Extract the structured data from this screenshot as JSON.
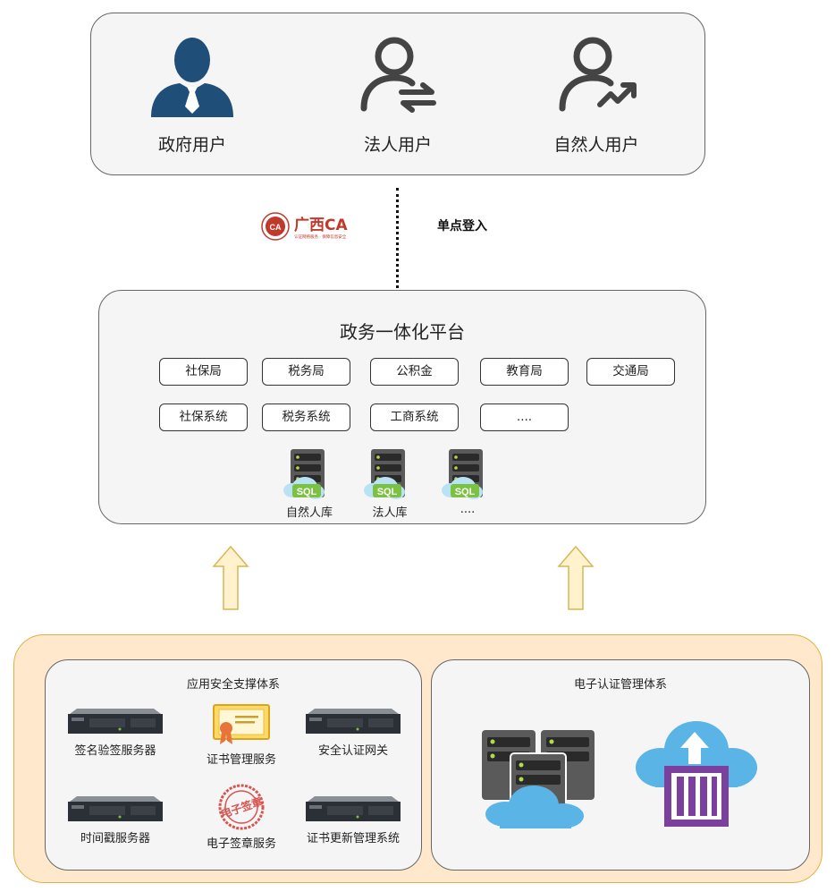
{
  "users": [
    {
      "label": "政府用户",
      "icon": "government-user-icon"
    },
    {
      "label": "法人用户",
      "icon": "legal-person-user-icon"
    },
    {
      "label": "自然人用户",
      "icon": "natural-person-user-icon"
    }
  ],
  "sso": {
    "label": "单点登入",
    "logo_text": "广西CA",
    "logo_badge": "CA",
    "logo_tagline": "认证网络服务 · 保障信息安全"
  },
  "platform": {
    "title": "政务一体化平台",
    "tags_row1": [
      "社保局",
      "税务局",
      "公积金",
      "教育局",
      "交通局"
    ],
    "tags_row2": [
      "社保系统",
      "税务系统",
      "工商系统",
      "...."
    ],
    "databases": [
      {
        "label": "自然人库",
        "badge": "SQL"
      },
      {
        "label": "法人库",
        "badge": "SQL"
      },
      {
        "label": "....",
        "badge": "SQL"
      }
    ]
  },
  "app_security": {
    "title": "应用安全支撑体系",
    "items": [
      {
        "label": "签名验签服务器",
        "icon": "rack-server-icon"
      },
      {
        "label": "证书管理服务",
        "icon": "certificate-icon"
      },
      {
        "label": "安全认证网关",
        "icon": "rack-server-icon"
      },
      {
        "label": "时间戳服务器",
        "icon": "rack-server-icon"
      },
      {
        "label": "电子签章服务",
        "icon": "seal-stamp-icon",
        "stamp_text": "电子签章"
      },
      {
        "label": "证书更新管理系统",
        "icon": "rack-server-icon"
      }
    ]
  },
  "ecert": {
    "title": "电子认证管理体系",
    "icons": [
      "cloud-server-icon",
      "cloud-upload-container-icon"
    ]
  },
  "colors": {
    "user_blue": "#1f4e79",
    "icon_gray": "#444444",
    "ca_red": "#c0392b",
    "arrow_fill": "#fff2cc",
    "arrow_stroke": "#d6b656",
    "bottom_bg": "#ffe8cc",
    "cloud_blue": "#5ab4e5",
    "container_purple": "#7b3f9e"
  }
}
